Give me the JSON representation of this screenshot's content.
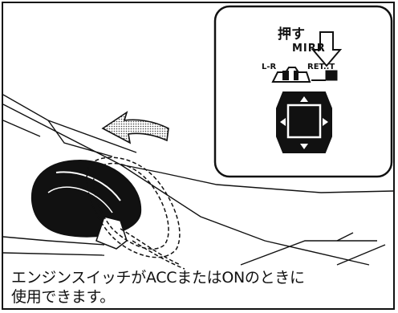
{
  "callout": {
    "push_label": "押す",
    "mirror_label": "MIRR",
    "lr_label": "L-R",
    "retract_label": "RET..T"
  },
  "caption": {
    "line1": "エンジンスイッチがACCまたはONのときに",
    "line2": "使用できます。"
  },
  "icons": {
    "switch": "mirror-adjust-switch-icon",
    "push_arrow": "push-down-arrow-icon",
    "direction_arrow": "curved-arrow-icon"
  }
}
